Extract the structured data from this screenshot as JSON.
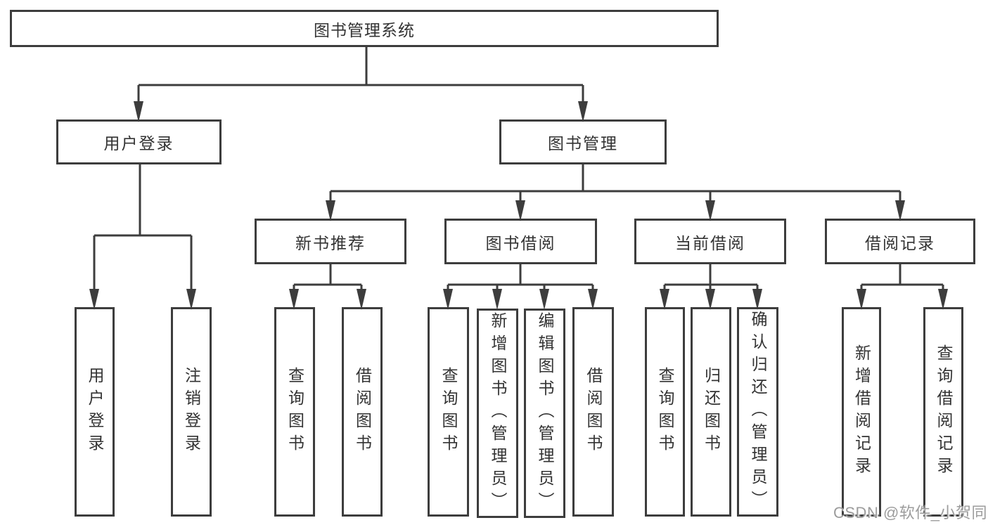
{
  "diagram": {
    "title": "图书管理系统",
    "root": {
      "label": "图书管理系统"
    },
    "level2": [
      {
        "label": "用户登录"
      },
      {
        "label": "图书管理"
      }
    ],
    "level3": [
      {
        "label": "新书推荐",
        "parent": "图书管理"
      },
      {
        "label": "图书借阅",
        "parent": "图书管理"
      },
      {
        "label": "当前借阅",
        "parent": "图书管理"
      },
      {
        "label": "借阅记录",
        "parent": "图书管理"
      }
    ],
    "leaves": [
      {
        "label": "用户登录",
        "parent": "用户登录"
      },
      {
        "label": "注销登录",
        "parent": "用户登录"
      },
      {
        "label": "查询图书",
        "parent": "新书推荐"
      },
      {
        "label": "借阅图书",
        "parent": "新书推荐"
      },
      {
        "label": "查询图书",
        "parent": "图书借阅"
      },
      {
        "label": "新增图书（管理员）",
        "parent": "图书借阅"
      },
      {
        "label": "编辑图书（管理员）",
        "parent": "图书借阅"
      },
      {
        "label": "借阅图书",
        "parent": "图书借阅"
      },
      {
        "label": "查询图书",
        "parent": "当前借阅"
      },
      {
        "label": "归还图书",
        "parent": "当前借阅"
      },
      {
        "label": "确认归还（管理员）",
        "parent": "当前借阅"
      },
      {
        "label": "新增借阅记录",
        "parent": "借阅记录"
      },
      {
        "label": "查询借阅记录",
        "parent": "借阅记录"
      }
    ]
  },
  "watermark": {
    "text": "CSDN @软件_小贺同学"
  },
  "colors": {
    "line": "#3d3d3d",
    "text": "#333333",
    "watermark": "#9c9c9c",
    "background": "#ffffff"
  }
}
